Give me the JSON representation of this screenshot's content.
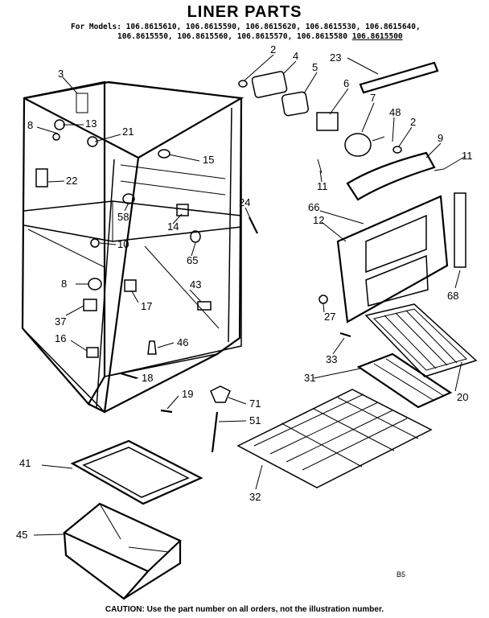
{
  "title": "LINER PARTS",
  "models_prefix": "For Models:",
  "models_line1": "106.8615610, 106.8615590, 106.8615620, 106.8615530, 106.8615640,",
  "models_line2a": "106.8615550, 106.8615560, 106.8615570, 106.8615580",
  "models_line2b": "106.8615500",
  "callouts": [
    "2",
    "4",
    "23",
    "3",
    "5",
    "6",
    "7",
    "48",
    "2",
    "13",
    "8",
    "21",
    "15",
    "9",
    "11",
    "11",
    "22",
    "66",
    "24",
    "12",
    "58",
    "14",
    "10",
    "65",
    "68",
    "8",
    "43",
    "17",
    "37",
    "27",
    "16",
    "46",
    "33",
    "31",
    "18",
    "20",
    "19",
    "71",
    "51",
    "41",
    "32",
    "45"
  ],
  "page_code": "B5",
  "caution": "CAUTION: Use the part number on all orders, not the illustration number."
}
